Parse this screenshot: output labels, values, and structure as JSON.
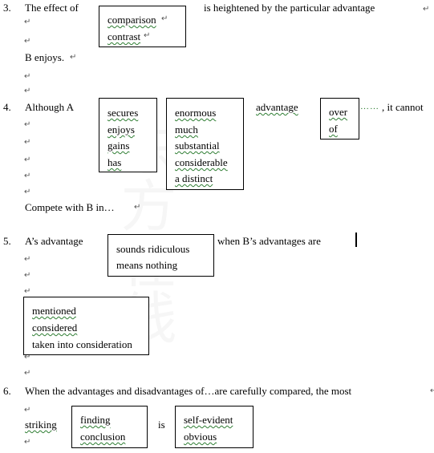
{
  "watermark": "东方在线",
  "q3": {
    "number": "3.",
    "before": "The effect of",
    "options": [
      "comparison",
      "contrast"
    ],
    "after": "is heightened by the particular advantage",
    "line2": "B enjoys."
  },
  "q4": {
    "number": "4.",
    "before": "Although A",
    "verbs": [
      "secures",
      "enjoys",
      "gains",
      "has"
    ],
    "adjectives": [
      "enormous",
      "much",
      "substantial",
      "considerable",
      "a distinct"
    ],
    "mid": "advantage",
    "preps": [
      "over",
      "of"
    ],
    "after": ", it cannot",
    "line2": "Compete with B in…"
  },
  "q5": {
    "number": "5.",
    "before": "A’s advantage",
    "options": [
      "sounds ridiculous",
      "means nothing"
    ],
    "after": "when B’s advantages are",
    "options2": [
      "mentioned",
      "considered",
      "taken into consideration"
    ]
  },
  "q6": {
    "number": "6.",
    "text": "When the advantages and disadvantages of…are carefully compared, the most",
    "word": "striking",
    "options": [
      "finding",
      "conclusion"
    ],
    "is": "is",
    "options2": [
      "self-evident",
      "obvious"
    ]
  }
}
